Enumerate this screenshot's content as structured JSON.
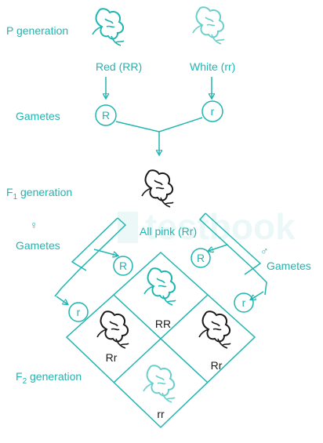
{
  "colors": {
    "accent": "#1fb5b0",
    "dark": "#1a1a1a",
    "light_flower": "#4fc7c2"
  },
  "labels": {
    "p_generation": "P generation",
    "red": "Red (RR)",
    "white": "White (rr)",
    "gametes_left": "Gametes",
    "gamete_R": "R",
    "gamete_r": "r",
    "f1_prefix": "F",
    "f1_sub": "1",
    "f1_suffix": " generation",
    "female_symbol": "♀",
    "gametes_female": "Gametes",
    "all_pink": "All pink (Rr)",
    "male_symbol": "♂",
    "gametes_male": "Gametes",
    "f2_prefix": "F",
    "f2_sub": "2",
    "f2_suffix": " generation",
    "grid_R_top": "R",
    "grid_R_right": "R",
    "grid_r_left": "r",
    "grid_r_right": "r",
    "cell_RR": "RR",
    "cell_Rr_left": "Rr",
    "cell_Rr_right": "Rr",
    "cell_rr": "rr"
  },
  "icons": [
    "flower-icon",
    "arrow-icon",
    "female-symbol-icon",
    "male-symbol-icon"
  ]
}
